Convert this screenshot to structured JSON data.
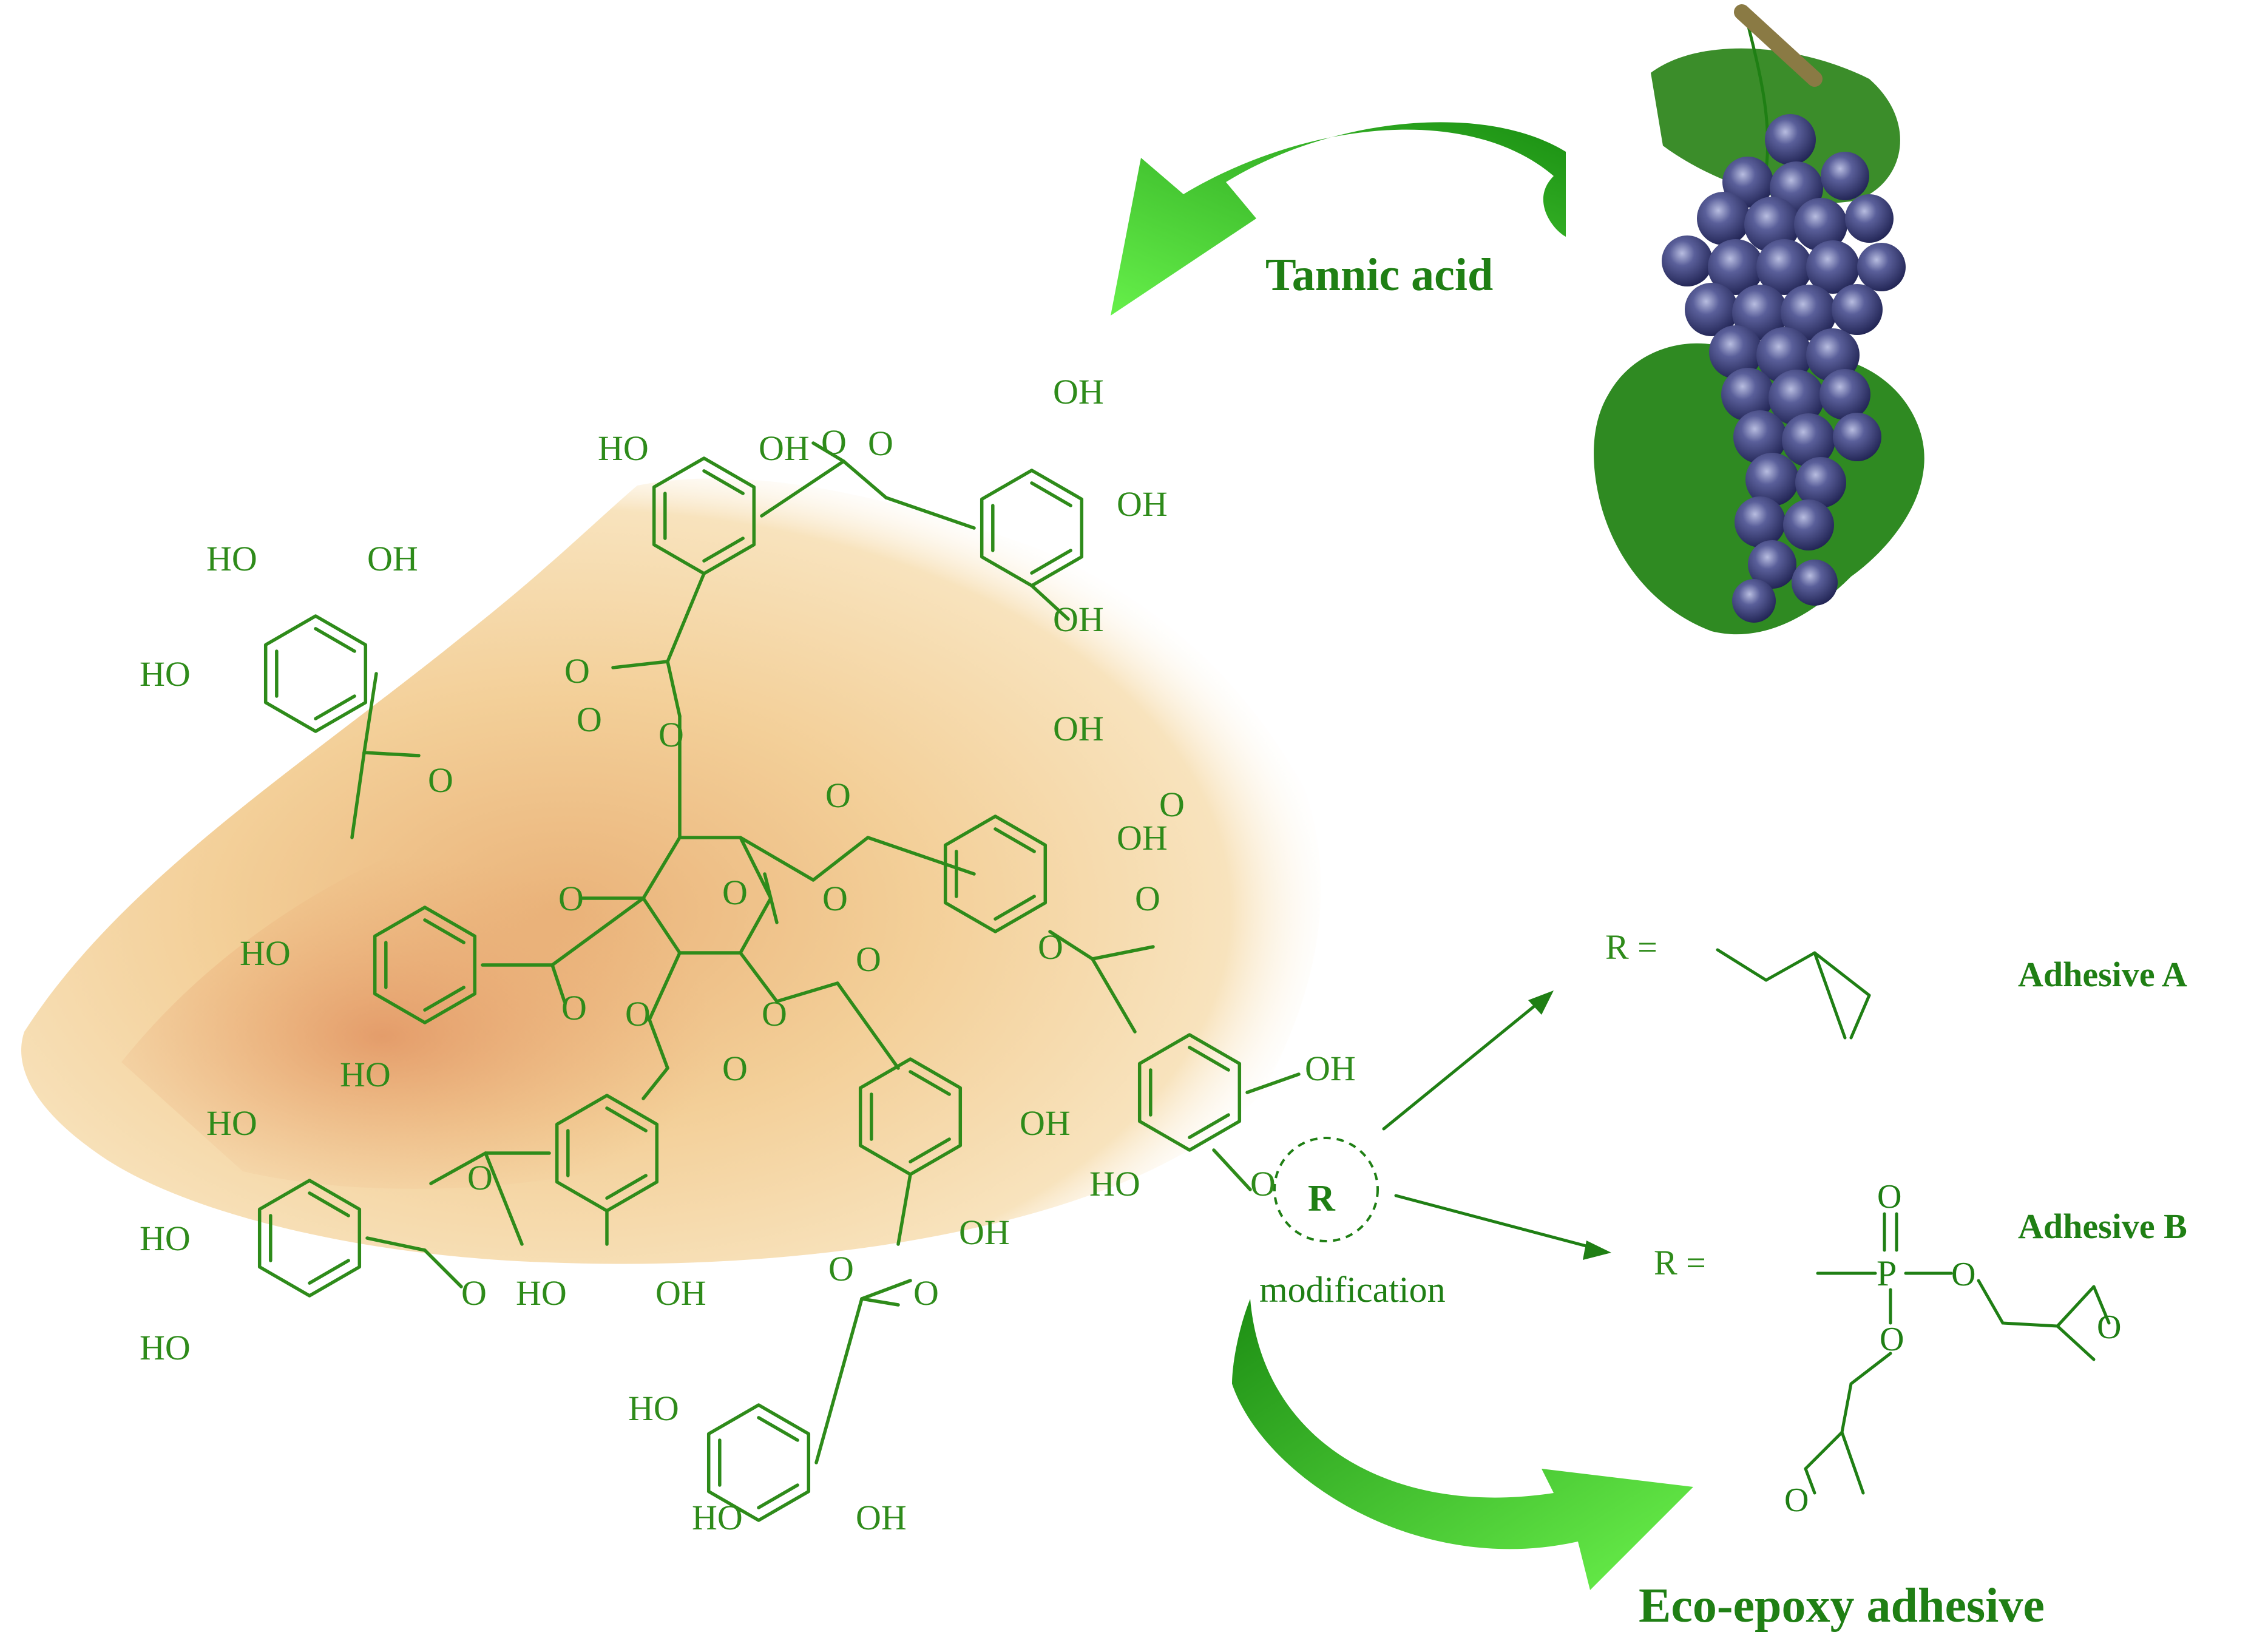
{
  "labels": {
    "tannic_acid": "Tannic acid",
    "modification": "modification",
    "eco_epoxy": "Eco-epoxy adhesive",
    "adhesive_a": "Adhesive A",
    "adhesive_b": "Adhesive B",
    "r_equals": "R =",
    "r_group": "R"
  },
  "atoms": {
    "oh": "OH",
    "ho": "HO",
    "o": "O",
    "p": "P"
  },
  "colors": {
    "molecule": "#2e8b1a",
    "arrow_light": "#5fe83a",
    "arrow_dark": "#1e9a14",
    "label_green": "#1f7f14",
    "powder": "#f3d19a",
    "grape": "#2b2f6e",
    "leaf": "#2f8a22"
  }
}
